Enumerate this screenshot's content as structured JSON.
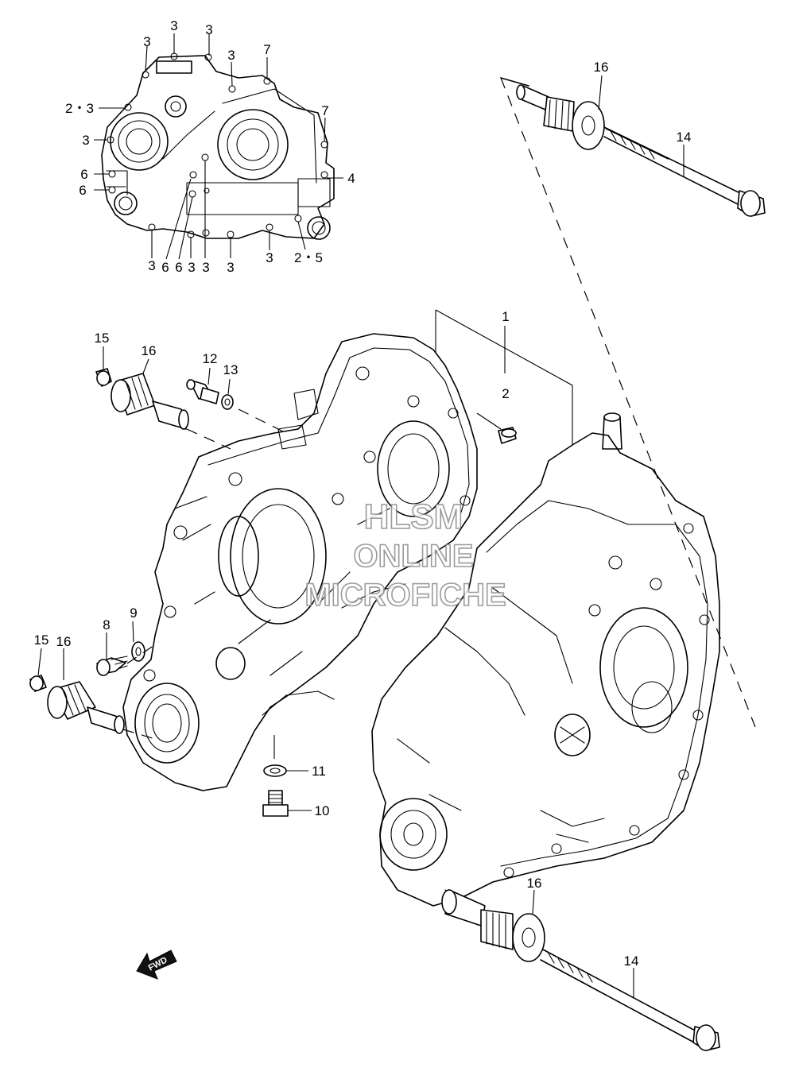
{
  "watermark": {
    "line1": "HLSM",
    "line2": "ONLINE",
    "line3": "MICROFICHE"
  },
  "fwd_label": "FWD",
  "callouts": {
    "inset_3_top": "3",
    "inset_3_a": "3",
    "inset_3_b": "3",
    "inset_3_c": "3",
    "inset_7_top": "7",
    "inset_23": "2・3",
    "inset_3_left": "3",
    "inset_7_right": "7",
    "inset_6_a": "6",
    "inset_4": "4",
    "inset_6_b": "6",
    "inset_bottom_3a": "3",
    "inset_bottom_6a": "6",
    "inset_bottom_6b": "6",
    "inset_bottom_3b": "3",
    "inset_bottom_3c": "3",
    "inset_bottom_3d": "3",
    "inset_bottom_3e": "3",
    "inset_25": "2・5",
    "part_16_top": "16",
    "part_14_top": "14",
    "part_1": "1",
    "part_2": "2",
    "part_15_a": "15",
    "part_16_a": "16",
    "part_12": "12",
    "part_13": "13",
    "part_8": "8",
    "part_9": "9",
    "part_15_b": "15",
    "part_16_b": "16",
    "part_11": "11",
    "part_10": "10",
    "part_16_bottom": "16",
    "part_14_bottom": "14"
  }
}
